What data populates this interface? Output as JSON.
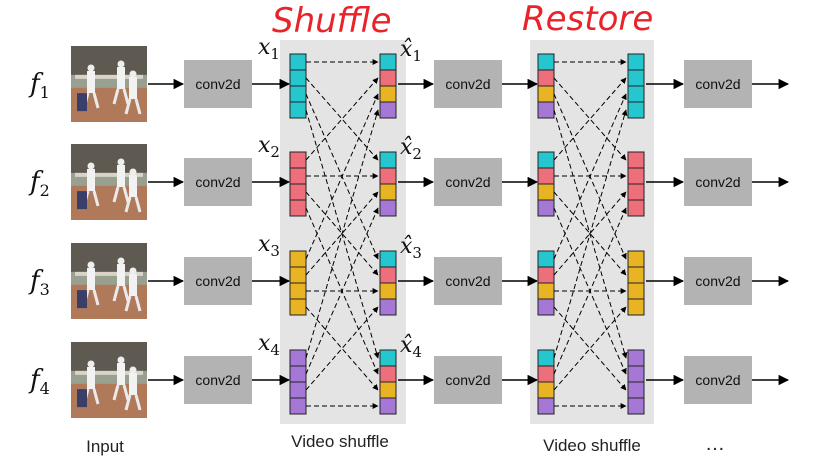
{
  "annotations": {
    "shuffle": "Shuffle",
    "restore": "Restore"
  },
  "frames": [
    {
      "label": "f",
      "sub": "1"
    },
    {
      "label": "f",
      "sub": "2"
    },
    {
      "label": "f",
      "sub": "3"
    },
    {
      "label": "f",
      "sub": "4"
    }
  ],
  "conv_label": "conv2d",
  "x_labels": [
    {
      "label": "x",
      "sub": "1"
    },
    {
      "label": "x",
      "sub": "2"
    },
    {
      "label": "x",
      "sub": "3"
    },
    {
      "label": "x",
      "sub": "4"
    }
  ],
  "xhat_labels": [
    {
      "label": "x̂",
      "sub": "1"
    },
    {
      "label": "x̂",
      "sub": "2"
    },
    {
      "label": "x̂",
      "sub": "3"
    },
    {
      "label": "x̂",
      "sub": "4"
    }
  ],
  "captions": {
    "input": "Input",
    "video_shuffle_1": "Video shuffle",
    "video_shuffle_2": "Video shuffle",
    "ellipsis": "…"
  },
  "colors": {
    "cyan": "#26c6cf",
    "red": "#ec6f7b",
    "yellow": "#e8b424",
    "purple": "#a678d6",
    "conv_box": "#b3b3b3",
    "shuffle_panel": "#e4e4e4",
    "annotation": "#e8232a"
  }
}
